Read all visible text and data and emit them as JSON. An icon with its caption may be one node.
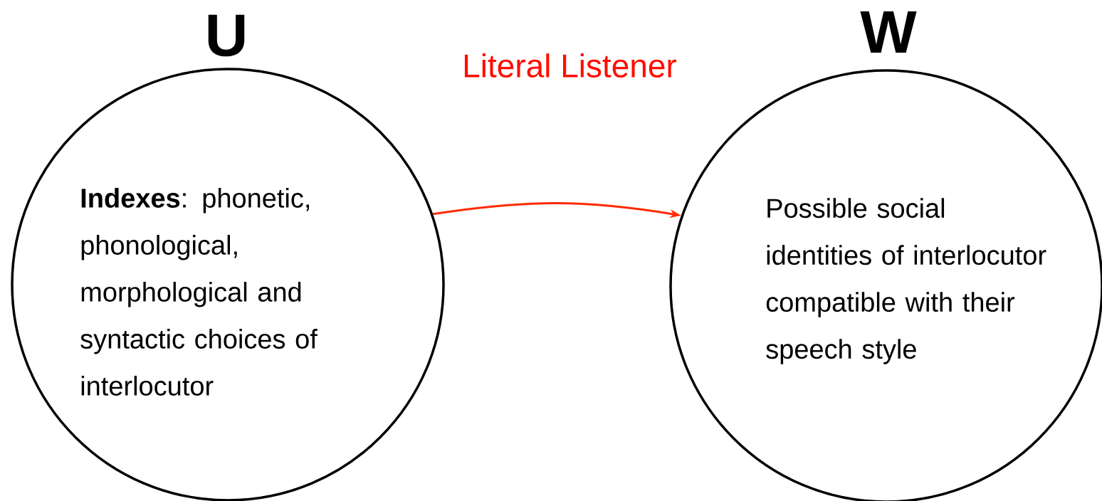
{
  "diagram": {
    "title": "Literal Listener",
    "nodes": [
      {
        "text": [
          "U",
          "**Indexes**: phonetic, phonological, morphological and syntactic choices of interlocutor"
        ]
      },
      {
        "text": [
          "W",
          "Possible social identities of interlocutor compatible with their speech style"
        ]
      }
    ],
    "edges": [
      {
        "from": 0,
        "to": 1,
        "arrow": "to",
        "color": "#ff2a00"
      }
    ]
  }
}
